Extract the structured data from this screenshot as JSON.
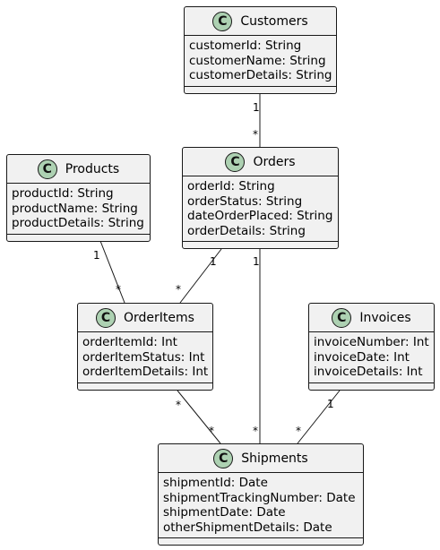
{
  "diagram": {
    "classes": {
      "customers": {
        "stereotype": "C",
        "name": "Customers",
        "attributes": [
          "customerId: String",
          "customerName: String",
          "customerDetails: String"
        ]
      },
      "products": {
        "stereotype": "C",
        "name": "Products",
        "attributes": [
          "productId: String",
          "productName: String",
          "productDetails: String"
        ]
      },
      "orders": {
        "stereotype": "C",
        "name": "Orders",
        "attributes": [
          "orderId: String",
          "orderStatus: String",
          "dateOrderPlaced: String",
          "orderDetails: String"
        ]
      },
      "orderitems": {
        "stereotype": "C",
        "name": "OrderItems",
        "attributes": [
          "orderItemId: Int",
          "orderItemStatus: Int",
          "orderItemDetails: Int"
        ]
      },
      "invoices": {
        "stereotype": "C",
        "name": "Invoices",
        "attributes": [
          "invoiceNumber: Int",
          "invoiceDate: Int",
          "invoiceDetails: Int"
        ]
      },
      "shipments": {
        "stereotype": "C",
        "name": "Shipments",
        "attributes": [
          "shipmentId: Date",
          "shipmentTrackingNumber: Date",
          "shipmentDate: Date",
          "otherShipmentDetails: Date"
        ]
      }
    },
    "associations": [
      {
        "from": "Customers",
        "to": "Orders",
        "from_mult": "1",
        "to_mult": "*"
      },
      {
        "from": "Products",
        "to": "OrderItems",
        "from_mult": "1",
        "to_mult": "*"
      },
      {
        "from": "Orders",
        "to": "OrderItems",
        "from_mult": "1",
        "to_mult": "*"
      },
      {
        "from": "Orders",
        "to": "Shipments",
        "from_mult": "1",
        "to_mult": "*"
      },
      {
        "from": "OrderItems",
        "to": "Shipments",
        "from_mult": "*",
        "to_mult": "*"
      },
      {
        "from": "Invoices",
        "to": "Shipments",
        "from_mult": "1",
        "to_mult": "*"
      }
    ],
    "colors": {
      "class_fill": "#f1f1f1",
      "class_border": "#181818",
      "badge_fill": "#add1b2",
      "edge": "#181818"
    }
  }
}
